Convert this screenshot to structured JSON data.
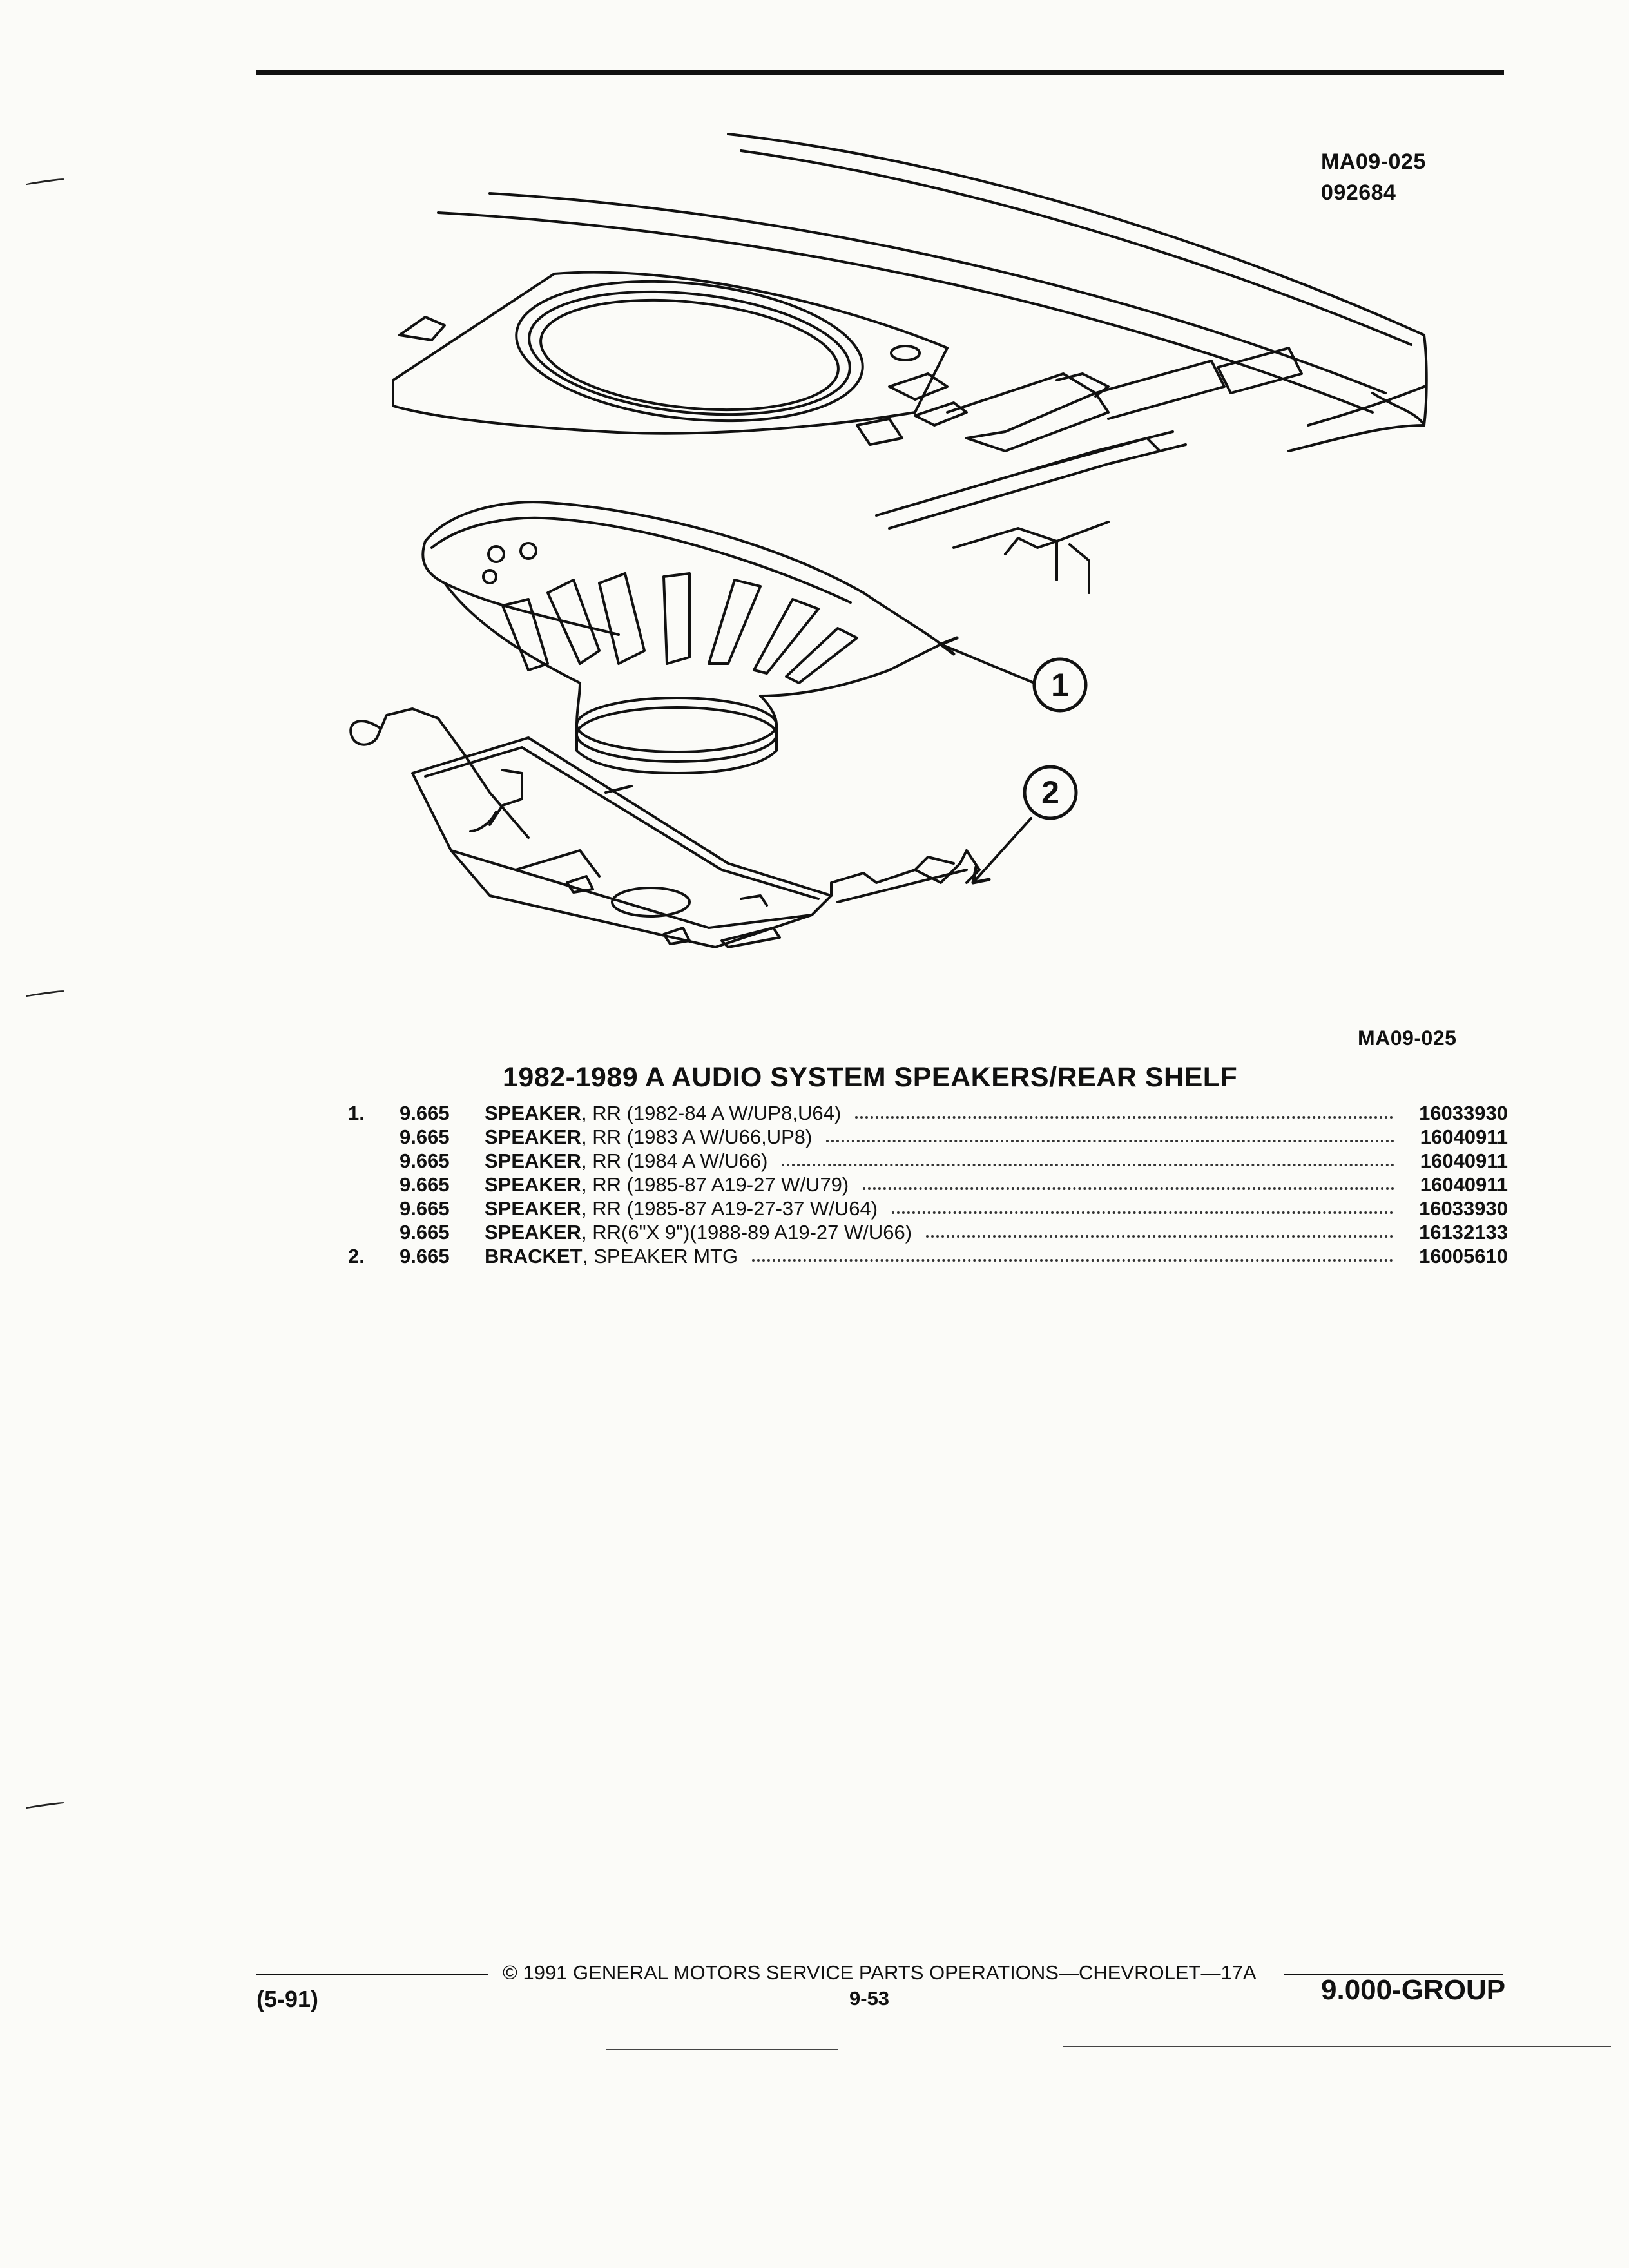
{
  "header": {
    "figure_code": "MA09-025",
    "figure_date": "092684"
  },
  "figure": {
    "callouts": [
      "1",
      "2"
    ],
    "caption_code": "MA09-025"
  },
  "section_title": "1982-1989 A AUDIO SYSTEM SPEAKERS/REAR SHELF",
  "parts": [
    {
      "index": "1.",
      "group": "9.665",
      "name": "SPEAKER",
      "desc": ", RR (1982-84 A W/UP8,U64)",
      "part_no": "16033930"
    },
    {
      "index": "",
      "group": "9.665",
      "name": "SPEAKER",
      "desc": ", RR (1983 A W/U66,UP8)",
      "part_no": "16040911"
    },
    {
      "index": "",
      "group": "9.665",
      "name": "SPEAKER",
      "desc": ", RR (1984 A W/U66)",
      "part_no": "16040911"
    },
    {
      "index": "",
      "group": "9.665",
      "name": "SPEAKER",
      "desc": ", RR (1985-87 A19-27 W/U79)",
      "part_no": "16040911"
    },
    {
      "index": "",
      "group": "9.665",
      "name": "SPEAKER",
      "desc": ", RR (1985-87 A19-27-37 W/U64)",
      "part_no": "16033930"
    },
    {
      "index": "",
      "group": "9.665",
      "name": "SPEAKER",
      "desc": ", RR(6\"X 9\")(1988-89 A19-27 W/U66)",
      "part_no": "16132133"
    },
    {
      "index": "2.",
      "group": "9.665",
      "name": "BRACKET",
      "desc": ", SPEAKER MTG",
      "part_no": "16005610"
    }
  ],
  "footer": {
    "revision": "(5-91)",
    "copyright": "© 1991 GENERAL MOTORS SERVICE PARTS OPERATIONS—CHEVROLET—17A",
    "page": "9-53",
    "group": "9.000-GROUP"
  }
}
